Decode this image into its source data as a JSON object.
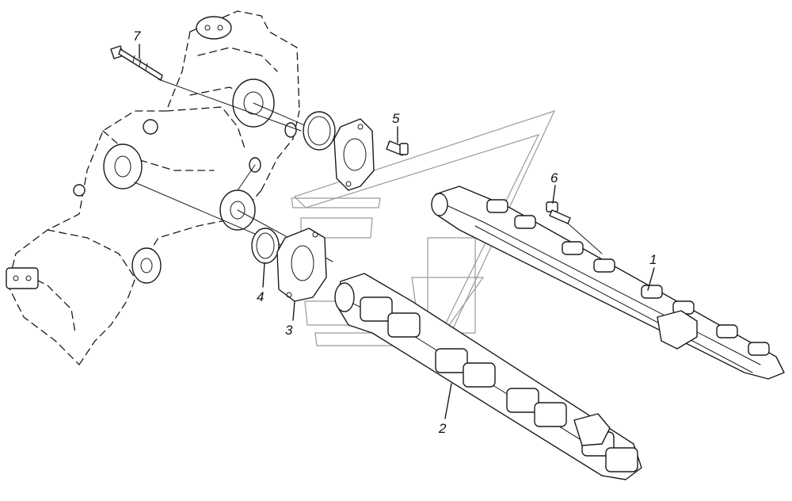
{
  "callouts": [
    {
      "number": "1"
    },
    {
      "number": "2"
    },
    {
      "number": "3"
    },
    {
      "number": "4"
    },
    {
      "number": "5"
    },
    {
      "number": "6"
    },
    {
      "number": "7"
    }
  ],
  "colors": {
    "ink": "#1a1a1a",
    "watermark": "#9a9a9a",
    "background": "#ffffff"
  }
}
